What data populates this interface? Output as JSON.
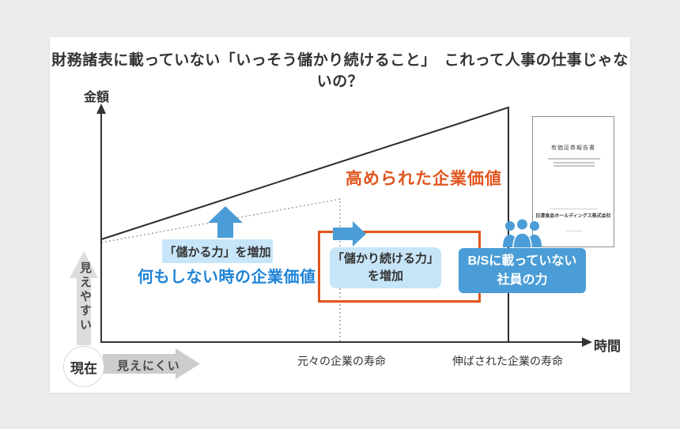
{
  "header": {
    "title": "財務諸表に載っていない「いっそう儲かり続けること」　これって人事の仕事じゃないの？"
  },
  "axes": {
    "y_label": "金額",
    "x_label": "時間",
    "x_tick_original": "元々の企業の寿命",
    "x_tick_extended": "伸ばされた企業の寿命"
  },
  "annotations": {
    "enhanced_value": "高められた企業価値",
    "no_action_value": "何もしない時の企業価値",
    "increase_profit_power": "「儲かる力」を増加",
    "increase_sustain_power_line1": "「儲かり続ける力」",
    "increase_sustain_power_line2": "を増加",
    "bs_power_line1": "B/Sに載っていない",
    "bs_power_line2": "社員の力"
  },
  "visibility_axis": {
    "now": "現在",
    "easy_to_see": "見えやすい",
    "hard_to_see": "見えにくい"
  },
  "report_document": {
    "title": "有価証券報告書",
    "company": "日清食品ホールディングス株式会社"
  },
  "colors": {
    "background": "#E9EBEC",
    "card": "#FFFFFF",
    "accent_orange": "#E0561E",
    "accent_blue": "#4A9DD6",
    "light_blue": "#C7E5F8",
    "blue_text": "#1E83D6",
    "gray_arrow": "#CBCDCF",
    "ink": "#333333"
  }
}
